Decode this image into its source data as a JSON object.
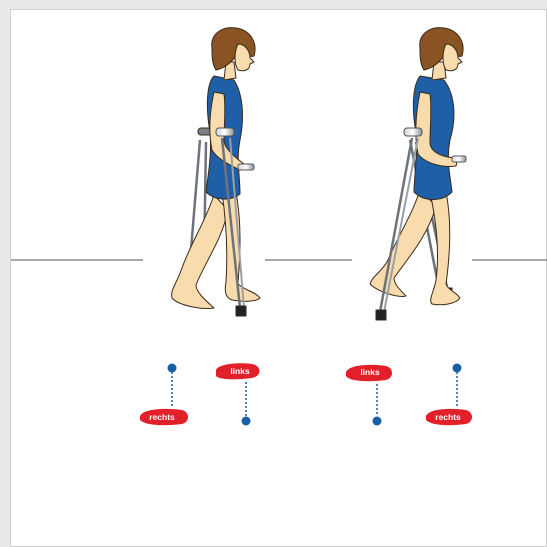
{
  "labels": {
    "left": "links",
    "right": "rechts"
  },
  "colors": {
    "page_background": "#e9e9e9",
    "panel_background": "#ffffff",
    "swimsuit": "#1f5fa8",
    "skin": "#f9dcae",
    "hair": "#8a5324",
    "footprint": "#e2202a",
    "marker": "#1a5ea6",
    "crutch": "#9aa0a6"
  },
  "figures": [
    {
      "pose": "crutches-forward-left-foot-placed"
    },
    {
      "pose": "right-foot-steps-forward-crutches-behind"
    }
  ],
  "step_diagrams": [
    {
      "left_foot": "forward",
      "right_foot": "back"
    },
    {
      "left_foot": "back",
      "right_foot": "forward"
    }
  ]
}
